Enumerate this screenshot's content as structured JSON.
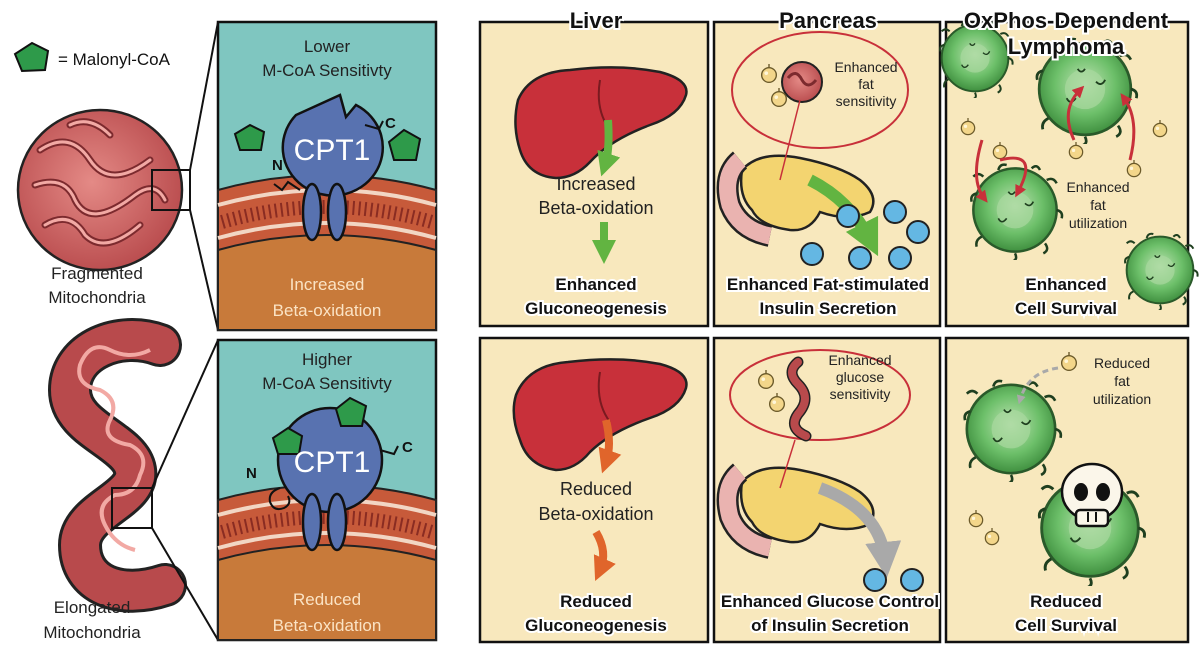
{
  "legend": {
    "label": "= Malonyl-CoA"
  },
  "left": {
    "top_caption": [
      "Fragmented",
      "Mitochondria"
    ],
    "bottom_caption": [
      "Elongated",
      "Mitochondria"
    ]
  },
  "zoom_top": {
    "title": [
      "Lower",
      "M-CoA Sensitivty"
    ],
    "protein": "CPT1",
    "n_label": "N",
    "c_label": "C",
    "result": [
      "Increased",
      "Beta-oxidation"
    ]
  },
  "zoom_bottom": {
    "title": [
      "Higher",
      "M-CoA Sensitivty"
    ],
    "protein": "CPT1",
    "n_label": "N",
    "c_label": "C",
    "result": [
      "Reduced",
      "Beta-oxidation"
    ]
  },
  "headers": {
    "liver": "Liver",
    "pancreas": "Pancreas",
    "lymphoma": [
      "OxPhos-Dependent",
      "Lymphoma"
    ]
  },
  "liver_top": {
    "mid": [
      "Increased",
      "Beta-oxidation"
    ],
    "result": [
      "Enhanced",
      "Gluconeogenesis"
    ]
  },
  "liver_bottom": {
    "mid": [
      "Reduced",
      "Beta-oxidation"
    ],
    "result": [
      "Reduced",
      "Gluconeogenesis"
    ]
  },
  "pancreas_top": {
    "bubble": [
      "Enhanced",
      "fat",
      "sensitivity"
    ],
    "result": [
      "Enhanced Fat-stimulated",
      "Insulin Secretion"
    ]
  },
  "pancreas_bottom": {
    "bubble": [
      "Enhanced",
      "glucose",
      "sensitivity"
    ],
    "result": [
      "Enhanced Glucose Control",
      "of Insulin Secretion"
    ]
  },
  "lymphoma_top": {
    "note": [
      "Enhanced",
      "fat",
      "utilization"
    ],
    "result": [
      "Enhanced",
      "Cell Survival"
    ]
  },
  "lymphoma_bottom": {
    "note": [
      "Reduced",
      "fat",
      "utilization"
    ],
    "result": [
      "Reduced",
      "Cell Survival"
    ]
  },
  "colors": {
    "panel_bg": "#f8e8bd",
    "zoom_bg": "#7fc6c0",
    "green_arrow": "#62b441",
    "orange_arrow": "#e0652b",
    "gray_arrow": "#a9a9a9",
    "liver": "#c8303a",
    "cpt1": "#5872b0",
    "cell_green": "#6cbf69"
  }
}
